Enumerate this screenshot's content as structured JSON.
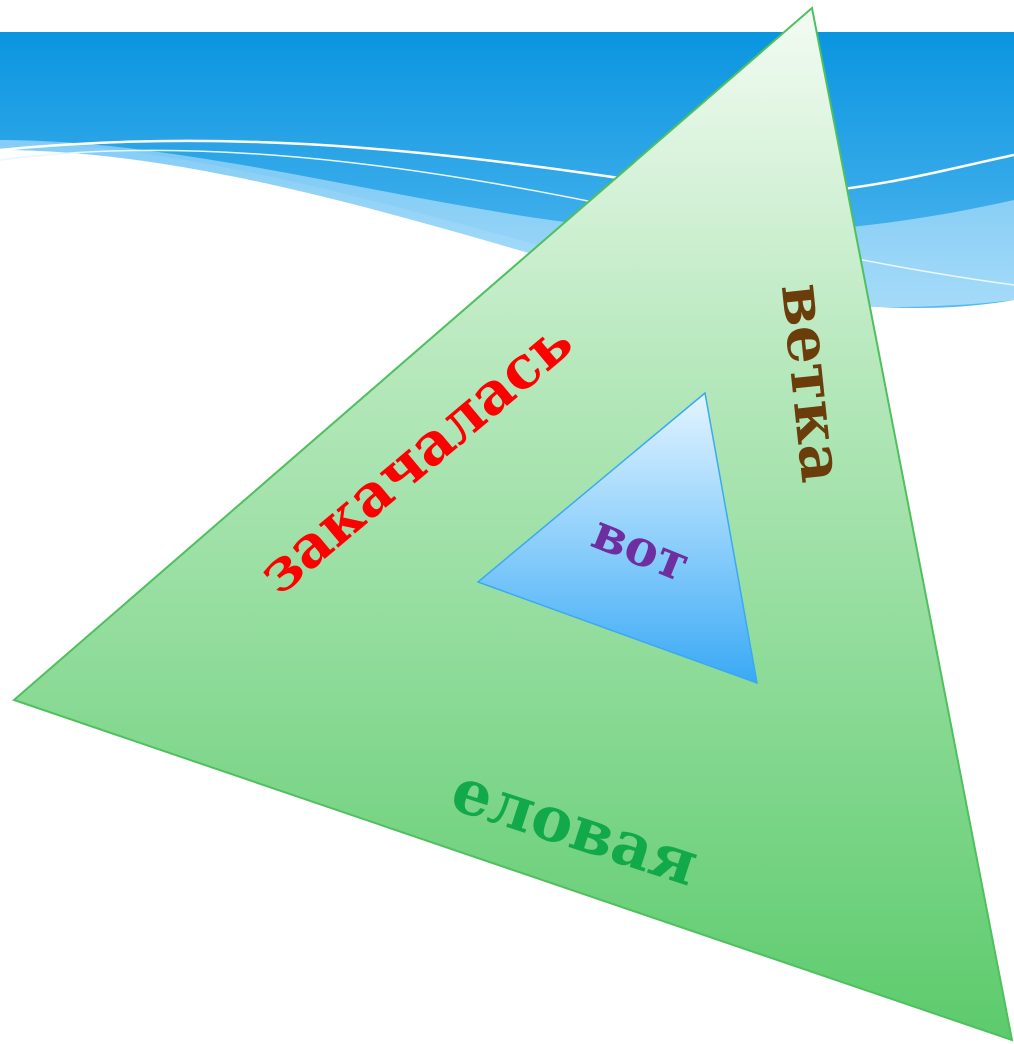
{
  "slide": {
    "background_color": "#ffffff",
    "header_wave_colors": [
      "#0a95e0",
      "#7ecaf5",
      "#c2e7fb"
    ],
    "outer_triangle": {
      "fill_top": "#f3fbf3",
      "fill_bottom": "#5ccb6c",
      "stroke": "#4fc05e"
    },
    "inner_triangle": {
      "fill_top": "#e4f4ff",
      "fill_bottom": "#3aa9f5",
      "stroke": "#3aa9f5"
    },
    "words": {
      "left_side": {
        "text": "закачалась",
        "color": "#ff0000"
      },
      "right_side": {
        "text": "ветка",
        "color": "#6b3d0a"
      },
      "bottom_side": {
        "text": "еловая",
        "color": "#12a94a"
      },
      "center": {
        "text": "вот",
        "color": "#6f2ea0"
      }
    }
  }
}
